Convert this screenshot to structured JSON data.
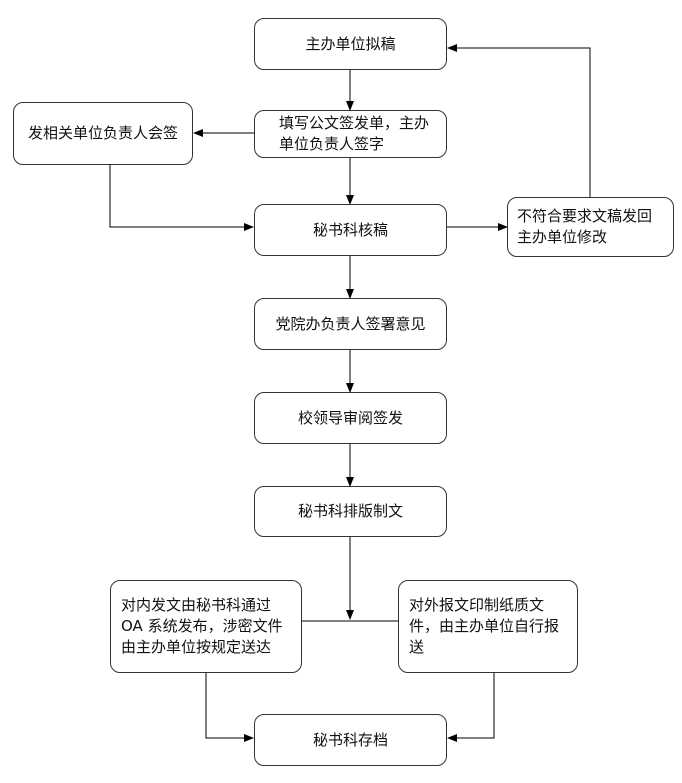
{
  "nodes": {
    "draft": "主办单位拟稿",
    "fill_form": "填写公文签发单，主办\n单位负责人签字",
    "cosign": "发相关单位负责人会签",
    "review": "秘书科核稿",
    "reject": "不符合要求文稿发回\n主办单位修改",
    "party_office": "党院办负责人签署意见",
    "leader_sign": "校领导审阅签发",
    "typeset": "秘书科排版制文",
    "internal": "对内发文由秘书科通过\nOA 系统发布，涉密文件\n由主办单位按规定送达",
    "external": "对外报文印制纸质文\n件，由主办单位自行报\n送",
    "archive": "秘书科存档"
  }
}
